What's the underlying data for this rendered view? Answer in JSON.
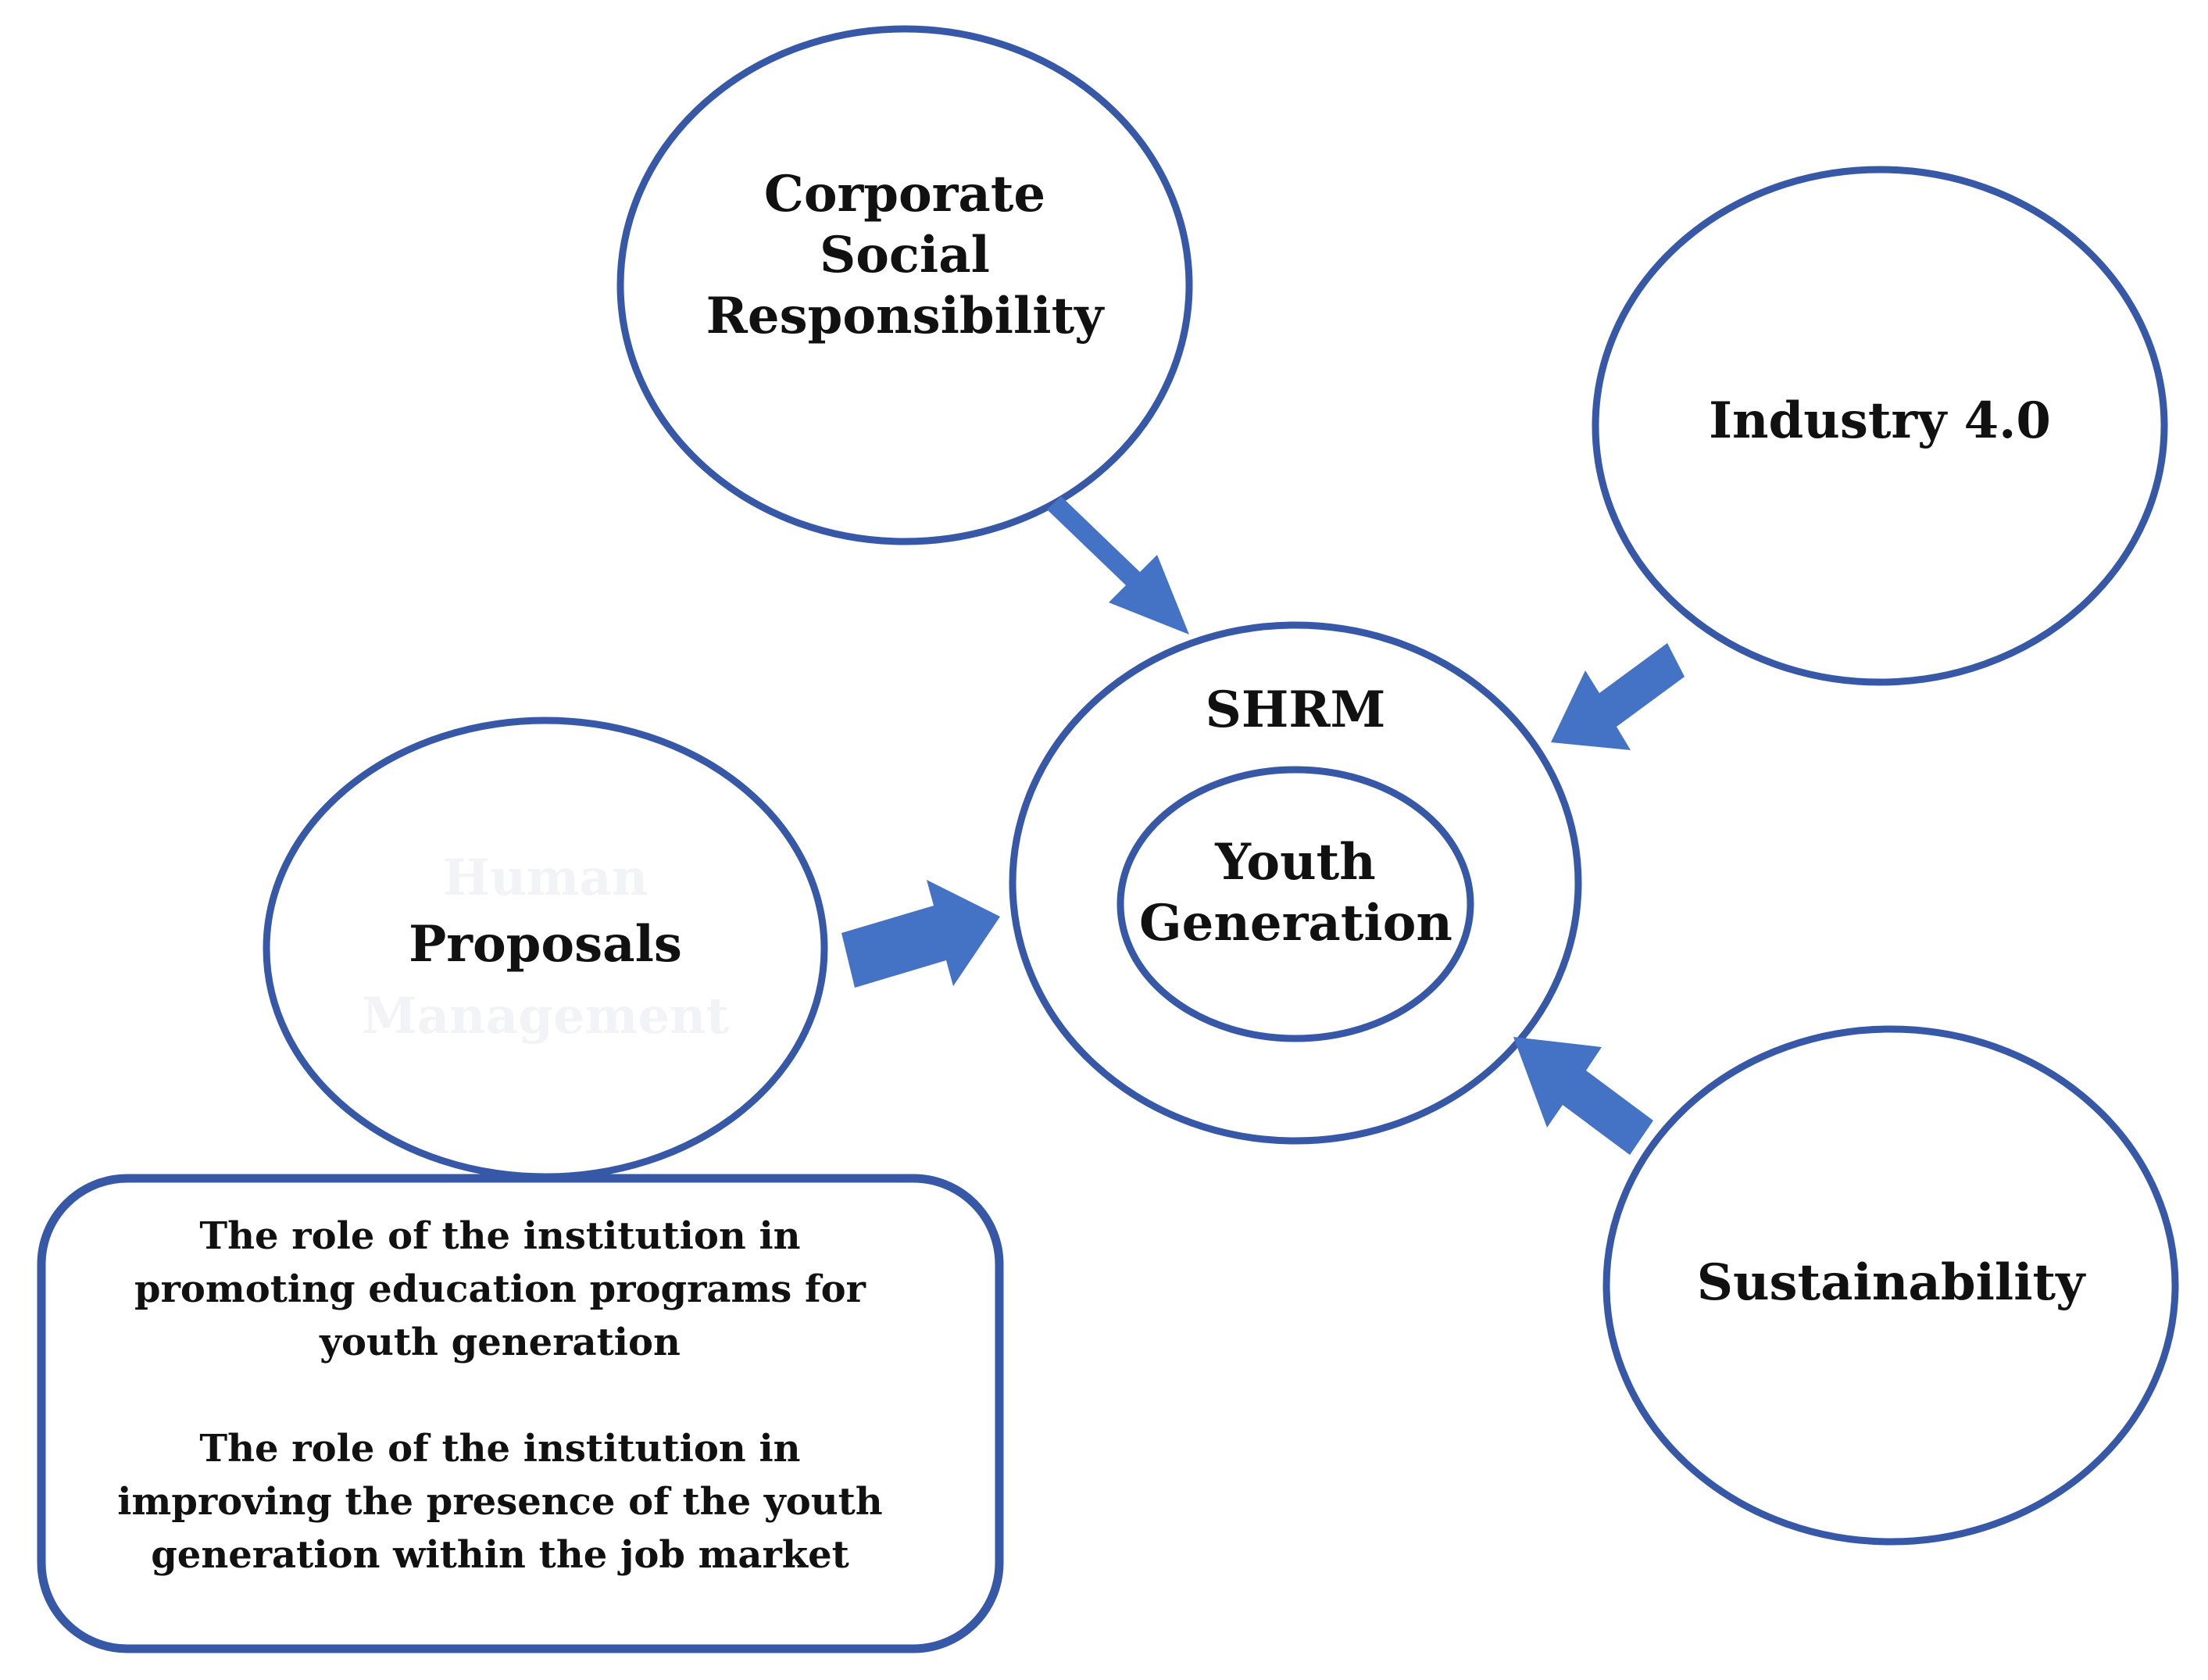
{
  "colors": {
    "outline": "#3658A6",
    "arrow": "#4472C4",
    "text": "#111111"
  },
  "nodes": {
    "csr": {
      "line1": "Corporate",
      "line2": "Social",
      "line3": "Responsibility"
    },
    "industry": {
      "label": "Industry 4.0"
    },
    "sustainability": {
      "label": "Sustainability"
    },
    "shrm": {
      "label": "SHRM"
    },
    "youth": {
      "line1": "Youth",
      "line2": "Generation"
    },
    "proposals": {
      "label": "Proposals",
      "ghost_top": "Human",
      "ghost_bottom": "Management"
    }
  },
  "box": {
    "para1": [
      "The role of the institution in",
      "promoting education programs for",
      "youth generation"
    ],
    "para2": [
      "The role of the institution in",
      "improving the presence of the youth",
      "generation within the job market"
    ]
  }
}
